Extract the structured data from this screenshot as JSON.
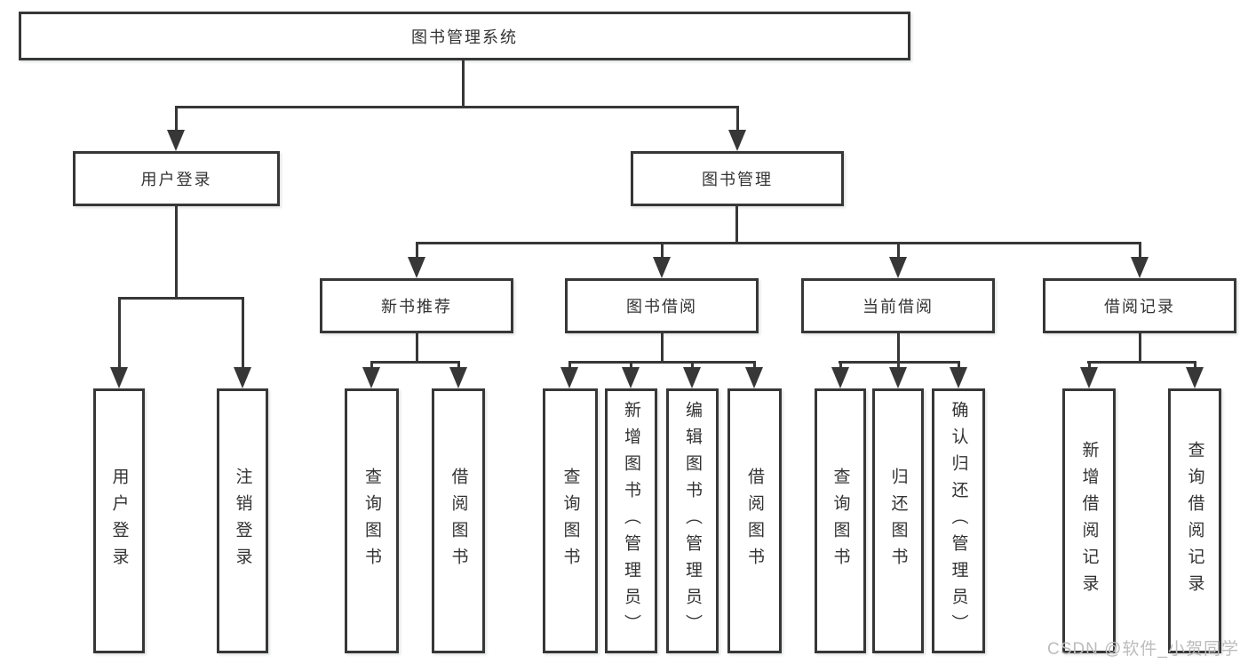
{
  "nodes": {
    "root": {
      "label": "图书管理系统"
    },
    "level2": [
      {
        "label": "用户登录"
      },
      {
        "label": "图书管理"
      }
    ],
    "level3": [
      {
        "label": "新书推荐"
      },
      {
        "label": "图书借阅"
      },
      {
        "label": "当前借阅"
      },
      {
        "label": "借阅记录"
      }
    ],
    "leaves": [
      {
        "label": "用户登录"
      },
      {
        "label": "注销登录"
      },
      {
        "label": "查询图书"
      },
      {
        "label": "借阅图书"
      },
      {
        "label": "查询图书"
      },
      {
        "label": "新增图书（管理员）"
      },
      {
        "label": "编辑图书（管理员）"
      },
      {
        "label": "借阅图书"
      },
      {
        "label": "查询图书"
      },
      {
        "label": "归还图书"
      },
      {
        "label": "确认归还（管理员）"
      },
      {
        "label": "新增借阅记录"
      },
      {
        "label": "查询借阅记录"
      }
    ]
  },
  "watermark": {
    "text": "CSDN @软件_小贺同学"
  },
  "colors": {
    "line": "#373737",
    "text": "#333333",
    "node_fill": "#ffffff",
    "background": "#ffffff",
    "watermark_text": "#bcbcbc"
  }
}
